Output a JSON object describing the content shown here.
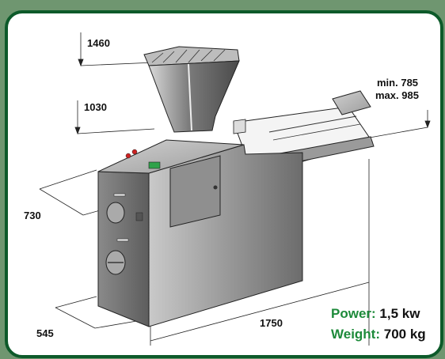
{
  "dimensions": {
    "height_top": "1460",
    "height_hopper_base": "1030",
    "outlet_min": "min. 785",
    "outlet_max": "max. 985",
    "depth": "730",
    "width_front": "545",
    "length": "1750"
  },
  "specs": {
    "power_label": "Power:",
    "power_value": "1,5 kw",
    "weight_label": "Weight:",
    "weight_value": "700 kg"
  },
  "colors": {
    "frame": "#6f9670",
    "border": "#0d5a2a",
    "accent_green": "#1d8a3a"
  }
}
